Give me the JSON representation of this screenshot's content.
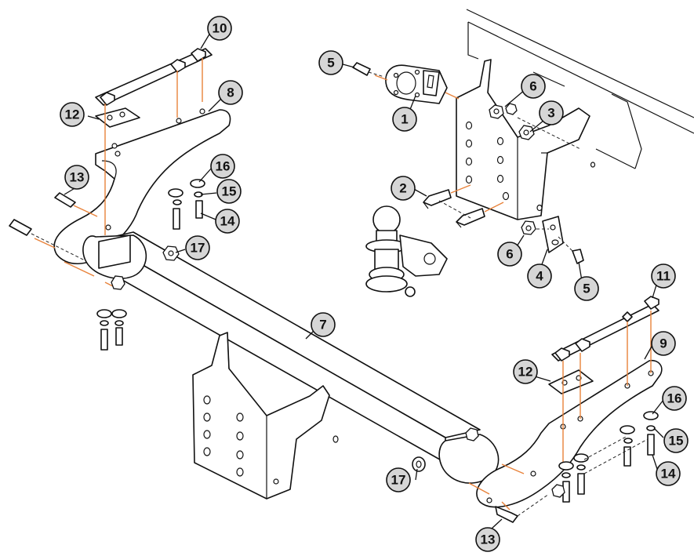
{
  "callouts": [
    {
      "id": "c1",
      "label": "1"
    },
    {
      "id": "c2",
      "label": "2"
    },
    {
      "id": "c3",
      "label": "3"
    },
    {
      "id": "c4",
      "label": "4"
    },
    {
      "id": "c5a",
      "label": "5"
    },
    {
      "id": "c5b",
      "label": "5"
    },
    {
      "id": "c6a",
      "label": "6"
    },
    {
      "id": "c6b",
      "label": "6"
    },
    {
      "id": "c7",
      "label": "7"
    },
    {
      "id": "c8",
      "label": "8"
    },
    {
      "id": "c9",
      "label": "9"
    },
    {
      "id": "c10",
      "label": "10"
    },
    {
      "id": "c11",
      "label": "11"
    },
    {
      "id": "c12a",
      "label": "12"
    },
    {
      "id": "c12b",
      "label": "12"
    },
    {
      "id": "c13a",
      "label": "13"
    },
    {
      "id": "c13b",
      "label": "13"
    },
    {
      "id": "c14a",
      "label": "14"
    },
    {
      "id": "c14b",
      "label": "14"
    },
    {
      "id": "c15a",
      "label": "15"
    },
    {
      "id": "c15b",
      "label": "15"
    },
    {
      "id": "c16a",
      "label": "16"
    },
    {
      "id": "c16b",
      "label": "16"
    },
    {
      "id": "c17a",
      "label": "17"
    },
    {
      "id": "c17b",
      "label": "17"
    }
  ],
  "colors": {
    "line": "#111111",
    "guide": "#e8823a",
    "callout_fill": "#d6d6d6",
    "background": "#ffffff"
  }
}
